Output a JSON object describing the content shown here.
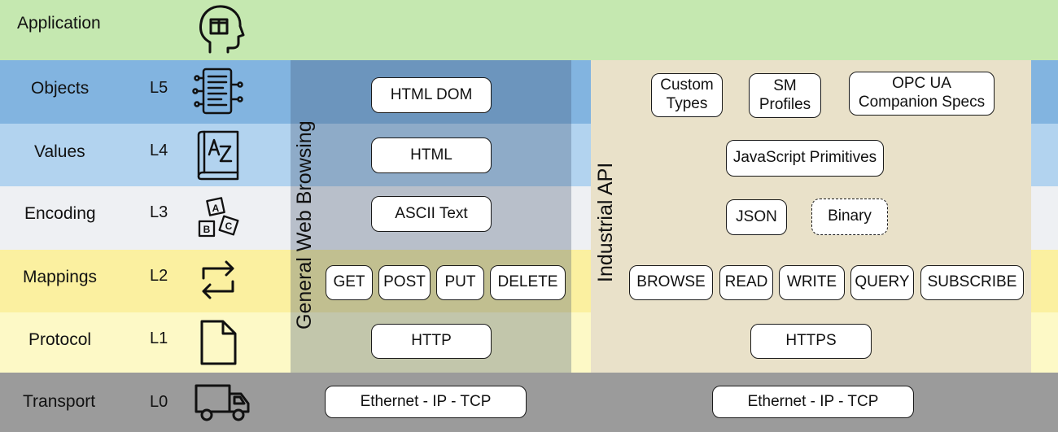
{
  "colors": {
    "application": "#c5e8b0",
    "objects": "#82b4e0",
    "values": "#b2d3ef",
    "encoding": "#eef0f3",
    "mappings": "#fbf0a0",
    "protocol": "#fdf9c6",
    "transport": "#9b9b9b",
    "web_panel": "rgba(60,80,110,0.30)",
    "api_panel": "#e9e1c9"
  },
  "layers": [
    {
      "name": "Application",
      "code": "",
      "icon": "head-book-icon"
    },
    {
      "name": "Objects",
      "code": "L5",
      "icon": "document-network-icon"
    },
    {
      "name": "Values",
      "code": "L4",
      "icon": "dictionary-az-icon"
    },
    {
      "name": "Encoding",
      "code": "L3",
      "icon": "abc-blocks-icon"
    },
    {
      "name": "Mappings",
      "code": "L2",
      "icon": "swap-arrows-icon"
    },
    {
      "name": "Protocol",
      "code": "L1",
      "icon": "file-icon"
    },
    {
      "name": "Transport",
      "code": "L0",
      "icon": "truck-icon"
    }
  ],
  "web": {
    "title": "General Web Browsing",
    "objects": "HTML DOM",
    "values": "HTML",
    "encoding": "ASCII Text",
    "mappings": [
      "GET",
      "POST",
      "PUT",
      "DELETE"
    ],
    "protocol": "HTTP",
    "transport": "Ethernet - IP - TCP"
  },
  "api": {
    "title": "Industrial API",
    "objects": [
      "Custom\nTypes",
      "SM\nProfiles",
      "OPC UA\nCompanion Specs"
    ],
    "values": "JavaScript Primitives",
    "encoding": [
      "JSON",
      "Binary"
    ],
    "mappings": [
      "BROWSE",
      "READ",
      "WRITE",
      "QUERY",
      "SUBSCRIBE"
    ],
    "protocol": "HTTPS",
    "transport": "Ethernet - IP - TCP"
  }
}
